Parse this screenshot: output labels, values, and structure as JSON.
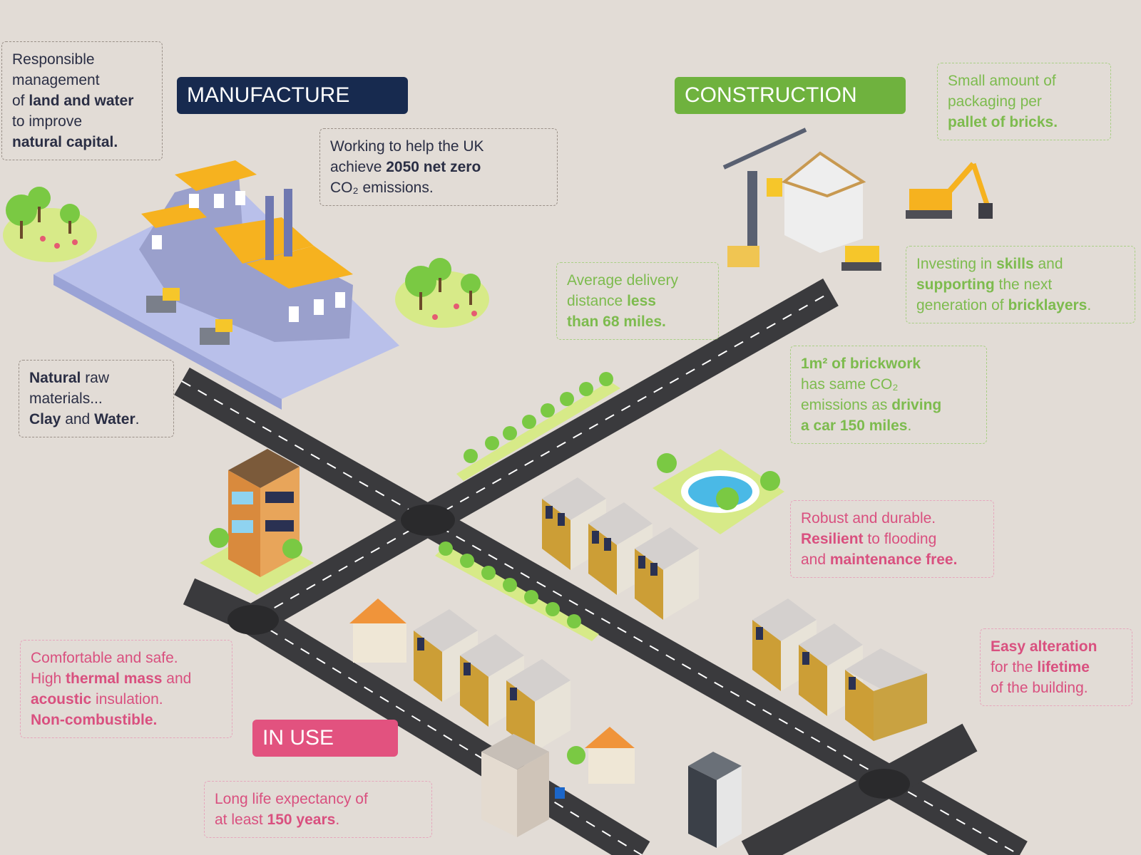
{
  "labels": {
    "manufacture": "MANUFACTURE",
    "construction": "CONSTRUCTION",
    "in_use": "IN USE"
  },
  "colors": {
    "background": "#e2dcd6",
    "manufacture": "#172a4f",
    "construction": "#6fb23e",
    "in_use": "#e2527f",
    "road": "#3a3a3d",
    "grass": "#d7ea88",
    "tree": "#7ac943"
  },
  "notes": {
    "land_water": [
      {
        "t": "Responsible",
        "b": false
      },
      {
        "t": "management",
        "b": false
      },
      {
        "t": "of ",
        "b": false
      },
      {
        "t": "land and water",
        "b": true
      },
      {
        "t": "to improve",
        "b": false
      },
      {
        "t": "natural capital.",
        "b": true
      }
    ],
    "net_zero": [
      {
        "t": "Working to help the UK",
        "b": false
      },
      {
        "t": "achieve ",
        "b": false
      },
      {
        "t": "2050 net zero",
        "b": true
      },
      {
        "t": "CO₂ emissions.",
        "b": false
      }
    ],
    "raw_materials": [
      {
        "t": "Natural",
        "b": true
      },
      {
        "t": " raw",
        "b": false
      },
      {
        "t": "materials...",
        "b": false
      },
      {
        "t": "Clay",
        "b": true
      },
      {
        "t": " and ",
        "b": false
      },
      {
        "t": "Water",
        "b": true
      },
      {
        "t": ".",
        "b": false
      }
    ],
    "delivery": [
      {
        "t": "Average delivery",
        "b": false
      },
      {
        "t": "distance ",
        "b": false
      },
      {
        "t": "less",
        "b": true
      },
      {
        "t": "than 68 miles.",
        "b": true
      }
    ],
    "packaging": [
      {
        "t": "Small amount of",
        "b": false
      },
      {
        "t": "packaging per",
        "b": false
      },
      {
        "t": "pallet of bricks.",
        "b": true
      }
    ],
    "skills": [
      {
        "t": "Investing in ",
        "b": false
      },
      {
        "t": "skills",
        "b": true
      },
      {
        "t": " and",
        "b": false
      },
      {
        "t": "supporting",
        "b": true
      },
      {
        "t": " the next",
        "b": false
      },
      {
        "t": "generation of ",
        "b": false
      },
      {
        "t": "bricklayers",
        "b": true
      },
      {
        "t": ".",
        "b": false
      }
    ],
    "brickwork": [
      {
        "t": "1m² of brickwork",
        "b": true
      },
      {
        "t": "has same CO₂",
        "b": false
      },
      {
        "t": "emissions as ",
        "b": false
      },
      {
        "t": "driving",
        "b": true
      },
      {
        "t": "a car 150 miles",
        "b": true
      },
      {
        "t": ".",
        "b": false
      }
    ],
    "durable": [
      {
        "t": "Robust and durable.",
        "b": false
      },
      {
        "t": "Resilient",
        "b": true
      },
      {
        "t": " to flooding",
        "b": false
      },
      {
        "t": "and ",
        "b": false
      },
      {
        "t": "maintenance free.",
        "b": true
      }
    ],
    "comfortable": [
      {
        "t": "Comfortable and safe.",
        "b": false
      },
      {
        "t": "High ",
        "b": false
      },
      {
        "t": "thermal mass",
        "b": true
      },
      {
        "t": " and",
        "b": false
      },
      {
        "t": "acoustic",
        "b": true
      },
      {
        "t": " insulation.",
        "b": false
      },
      {
        "t": "Non-combustible.",
        "b": true
      }
    ],
    "alteration": [
      {
        "t": "Easy alteration",
        "b": true
      },
      {
        "t": "for the ",
        "b": false
      },
      {
        "t": "lifetime",
        "b": true
      },
      {
        "t": "of the building.",
        "b": false
      }
    ],
    "long_life": [
      {
        "t": "Long life expectancy of",
        "b": false
      },
      {
        "t": "at least ",
        "b": false
      },
      {
        "t": "150 years",
        "b": true
      },
      {
        "t": ".",
        "b": false
      }
    ]
  }
}
